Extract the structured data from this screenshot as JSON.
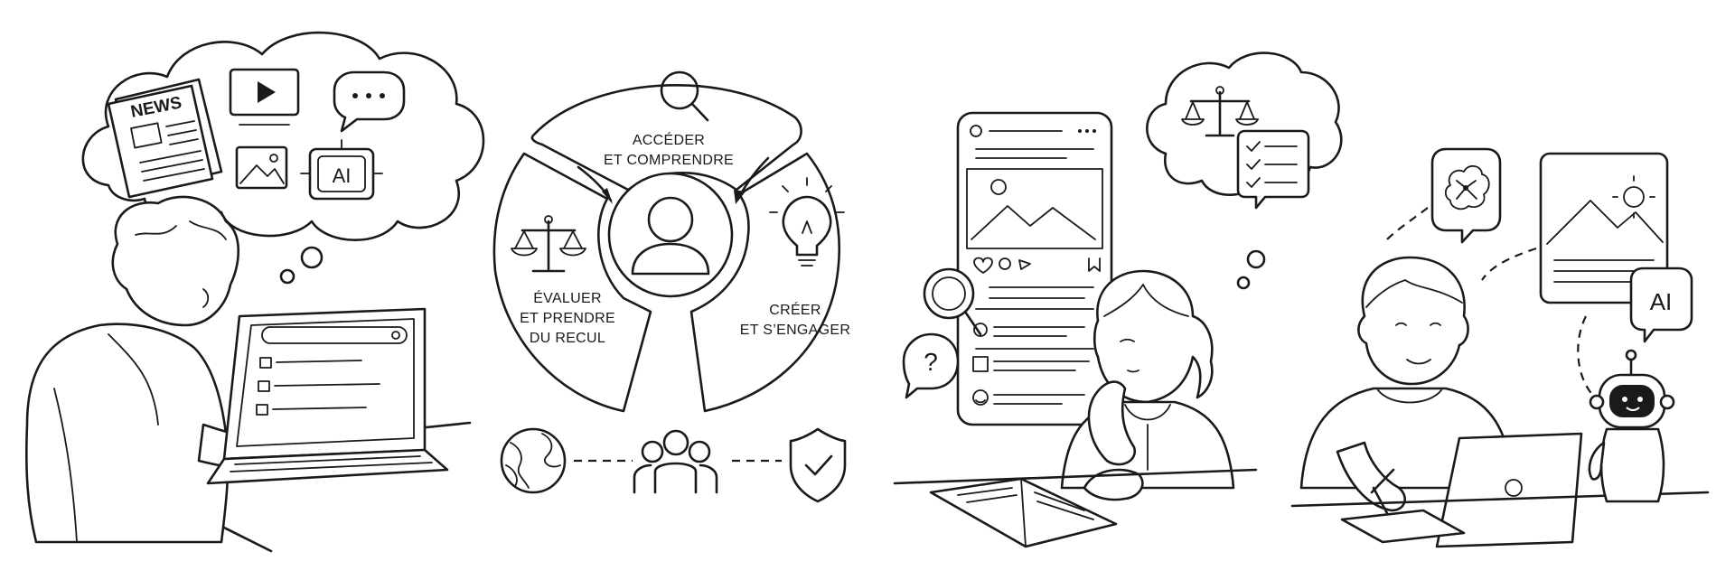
{
  "panel1": {
    "news_label": "NEWS",
    "ai_chip_label": "AI"
  },
  "wheel": {
    "sectors": [
      {
        "line1": "ACCÉDER",
        "line2": "ET COMPRENDRE"
      },
      {
        "line1": "ÉVALUER",
        "line2": "ET PRENDRE",
        "line3": "DU RECUL"
      },
      {
        "line1": "CRÉER",
        "line2": "ET S’ENGAGER"
      }
    ]
  },
  "panel4": {
    "ai_bubble_label": "AI"
  },
  "icons": [
    "search-icon",
    "person-icon",
    "scales-icon",
    "lightbulb-icon",
    "globe-icon",
    "people-icon",
    "shield-check-icon",
    "play-icon",
    "chat-icon",
    "image-icon",
    "question-icon",
    "checklist-icon",
    "brain-icon",
    "robot-icon",
    "laptop-icon"
  ]
}
